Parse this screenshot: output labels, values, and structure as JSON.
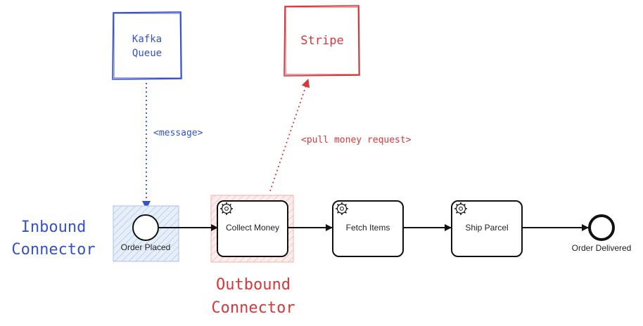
{
  "colors": {
    "blue": "#3552c7",
    "red": "#d6373b",
    "black": "#111111",
    "blue_fill": "#dce8f6",
    "red_fill": "#fbe3e3"
  },
  "kafka": {
    "line1": "Kafka",
    "line2": "Queue"
  },
  "stripe": {
    "label": "Stripe"
  },
  "messages": {
    "message": "<message>",
    "pull_money": "<pull money request>"
  },
  "connectors": {
    "inbound_line1": "Inbound",
    "inbound_line2": "Connector",
    "outbound_line1": "Outbound",
    "outbound_line2": "Connector"
  },
  "process": {
    "start_event": "Order Placed",
    "tasks": [
      "Collect Money",
      "Fetch Items",
      "Ship Parcel"
    ],
    "end_event": "Order Delivered",
    "task_icon": "gear-icon"
  }
}
